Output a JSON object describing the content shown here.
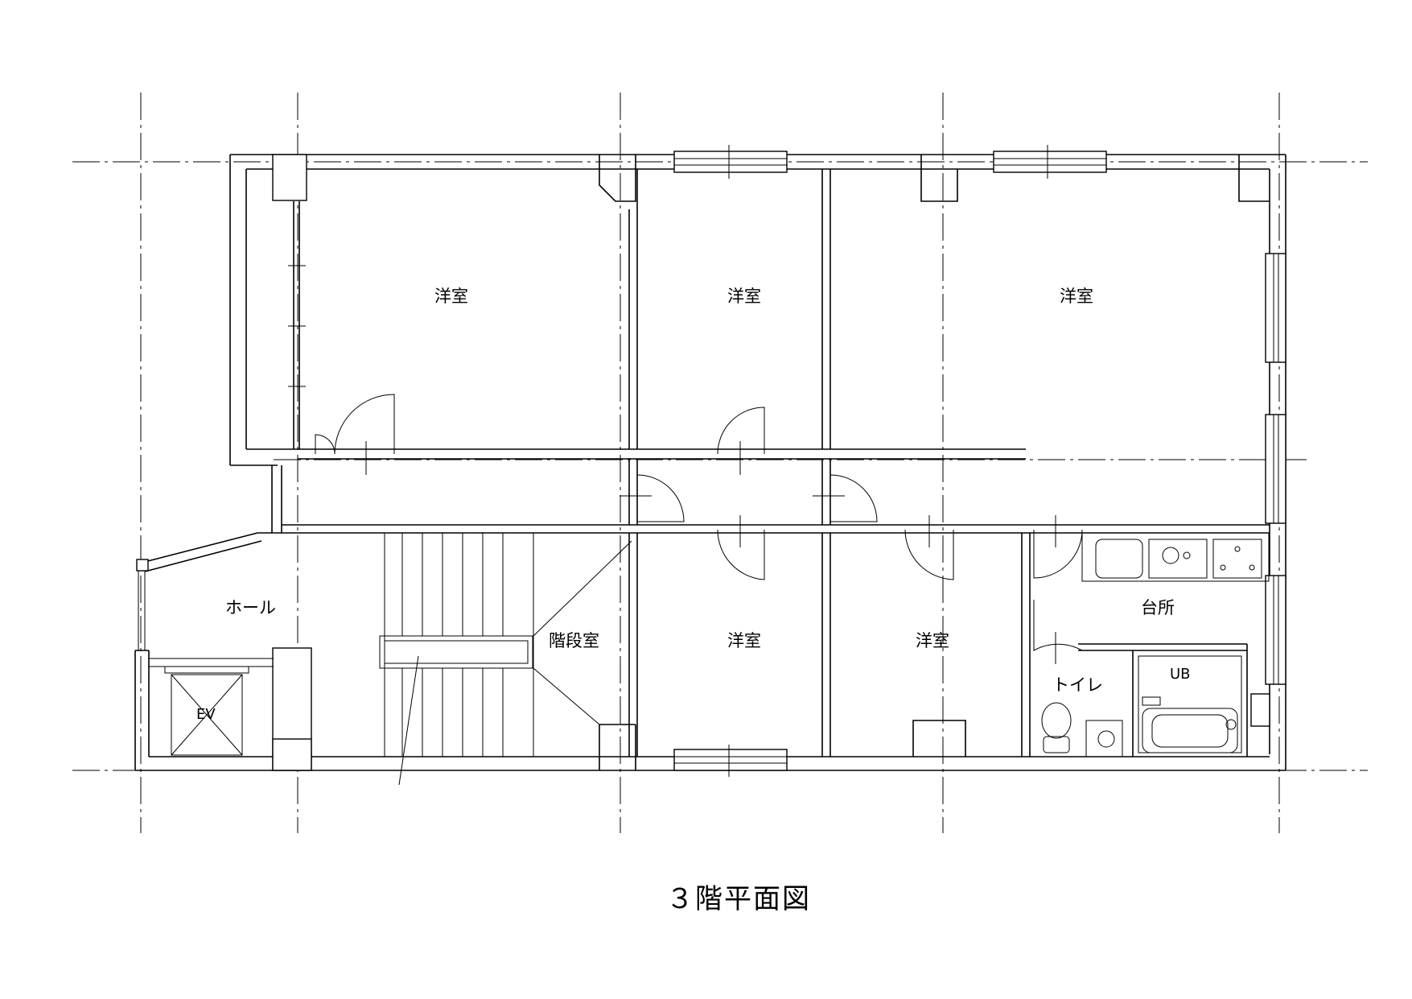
{
  "plan": {
    "title": "３階平面図",
    "rooms": {
      "western_room_1": "洋室",
      "western_room_2": "洋室",
      "western_room_3": "洋室",
      "western_room_4": "洋室",
      "western_room_5": "洋室",
      "hall": "ホール",
      "stairwell": "階段室",
      "kitchen": "台所",
      "toilet": "トイレ",
      "unit_bath": "UB",
      "elevator": "EV"
    }
  }
}
